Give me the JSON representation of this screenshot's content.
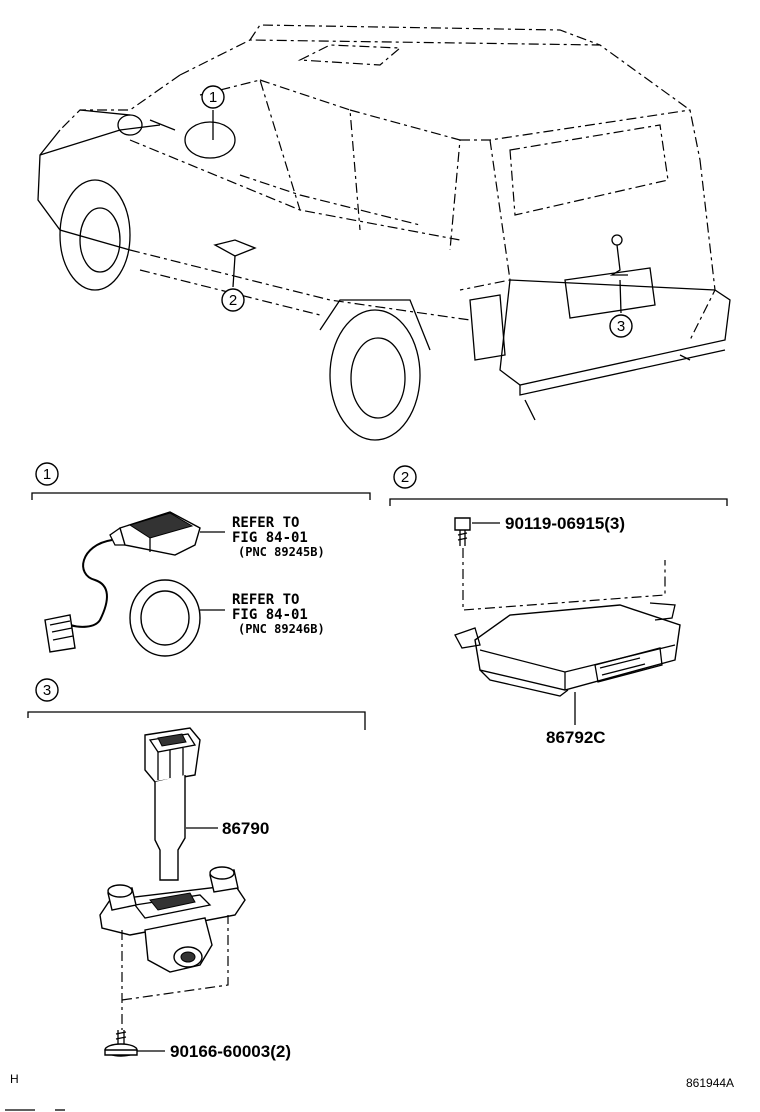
{
  "callouts": {
    "top_1": "1",
    "top_2": "2",
    "top_3": "3",
    "section_1": "1",
    "section_2": "2",
    "section_3": "3"
  },
  "section1": {
    "ref_a_line1": "REFER TO",
    "ref_a_line2": "FIG 84-01",
    "ref_a_line3": "(PNC 89245B)",
    "ref_b_line1": "REFER TO",
    "ref_b_line2": "FIG 84-01",
    "ref_b_line3": "(PNC 89246B)"
  },
  "section2": {
    "bolt_part": "90119-06915(3)",
    "module_part": "86792C"
  },
  "section3": {
    "camera_part": "86790",
    "screw_part": "90166-60003(2)"
  },
  "footer": {
    "left_mark": "H",
    "figure_code": "861944A"
  }
}
